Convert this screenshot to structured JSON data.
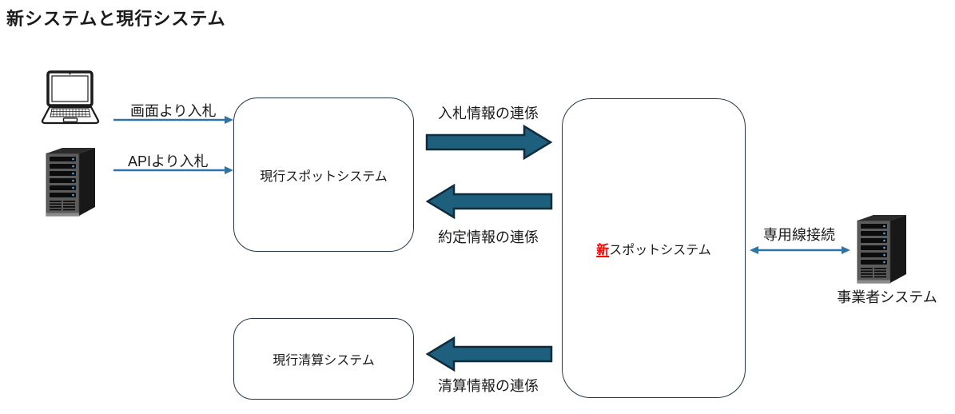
{
  "title": "新システムと現行システム",
  "colors": {
    "blockArrowFill": "#1E5F7E",
    "blockArrowStroke": "#0F2C3D",
    "lineArrow": "#2E74A6",
    "boxBorder": "#22384A",
    "accentRed": "#FF0000",
    "text": "#1A1A1A"
  },
  "boxes": {
    "current_spot": {
      "label": "現行スポットシステム"
    },
    "new_spot": {
      "highlight": "新",
      "rest": "スポットシステム"
    },
    "current_settlement": {
      "label": "現行清算システム"
    }
  },
  "flows": {
    "screen_bid": {
      "label": "画面より入札"
    },
    "api_bid": {
      "label": "APIより入札"
    },
    "bid_info": {
      "label": "入札情報の連係"
    },
    "contract_info": {
      "label": "約定情報の連係"
    },
    "settlement_info": {
      "label": "清算情報の連係"
    },
    "dedicated_line": {
      "label": "専用線接続"
    }
  },
  "external": {
    "operator_system": {
      "label": "事業者システム"
    }
  },
  "icons": {
    "laptop": "laptop-icon",
    "bidder_server": "server-tower-icon",
    "operator_server": "server-tower-icon"
  }
}
